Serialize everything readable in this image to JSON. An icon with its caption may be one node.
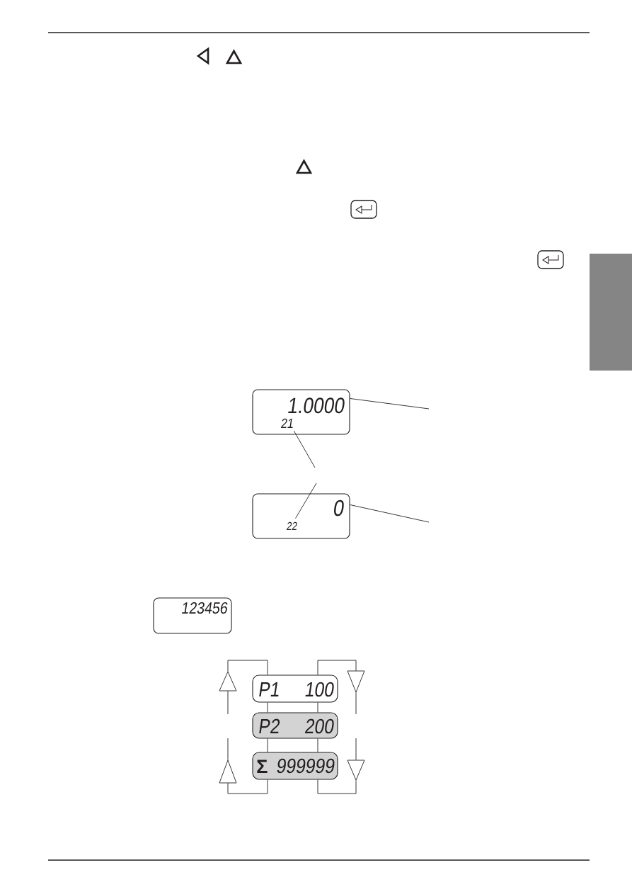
{
  "diagram": {
    "nodes": [
      {
        "text": [
          "1.0000"
        ]
      },
      {
        "text": [
          "21"
        ],
        "in": 0
      },
      {
        "text": [
          "0"
        ]
      },
      {
        "text": [
          "22"
        ],
        "in": 2
      },
      {
        "text": [
          "123456"
        ]
      },
      {
        "text": [
          "P1",
          "100"
        ]
      },
      {
        "text": [
          "P2",
          "200"
        ]
      },
      {
        "text": [
          "Σ",
          "999999"
        ]
      },
      {
        "text": [],
        "shape": "triangle"
      },
      {
        "text": [],
        "shape": "triangle"
      },
      {
        "text": [],
        "shape": "triangle"
      },
      {
        "text": [],
        "shape": "triangle"
      }
    ],
    "edges": [
      {
        "from": null,
        "to": 0,
        "arrow": "none"
      },
      {
        "from": null,
        "to": 1,
        "arrow": "none"
      },
      {
        "from": null,
        "to": 3,
        "arrow": "none"
      },
      {
        "from": null,
        "to": 2,
        "arrow": "none"
      },
      {
        "from": 5,
        "to": 6,
        "arrow": "none"
      },
      {
        "from": 5,
        "to": 6,
        "arrow": "none"
      },
      {
        "from": 6,
        "to": 7,
        "arrow": "none"
      },
      {
        "from": 6,
        "to": 7,
        "arrow": "none"
      },
      {
        "from": 7,
        "to": 10,
        "arrow": "none"
      },
      {
        "from": 10,
        "to": null,
        "arrow": "none"
      },
      {
        "from": null,
        "to": 8,
        "arrow": "none"
      },
      {
        "from": 8,
        "to": 5,
        "arrow": "none"
      },
      {
        "from": 5,
        "to": 9,
        "arrow": "none"
      },
      {
        "from": 9,
        "to": null,
        "arrow": "none"
      },
      {
        "from": null,
        "to": 11,
        "arrow": "none"
      },
      {
        "from": 11,
        "to": 7,
        "arrow": "none"
      }
    ]
  }
}
